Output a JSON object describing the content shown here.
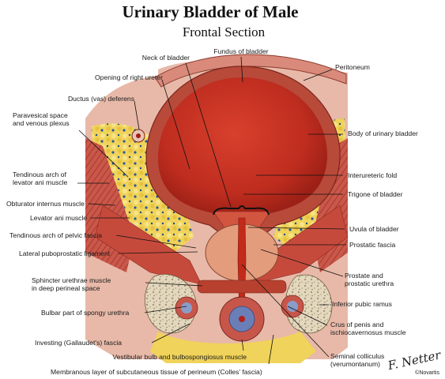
{
  "header": {
    "title": "Urinary Bladder of Male",
    "subtitle": "Frontal Section"
  },
  "labels": {
    "fundus": "Fundus of bladder",
    "neck": "Neck of bladder",
    "peritoneum": "Peritoneum",
    "right_ureter": "Opening of right ureter",
    "ductus_deferens": "Ductus (vas) deferens",
    "paravesical_1": "Paravesical space",
    "paravesical_2": "and venous plexus",
    "body": "Body of urinary bladder",
    "tendinous_levator_1": "Tendinous arch of",
    "tendinous_levator_2": "levator ani muscle",
    "interureteric": "Interureteric fold",
    "trigone": "Trigone of bladder",
    "obturator": "Obturator internus muscle",
    "levator_ani": "Levator ani muscle",
    "uvula": "Uvula of bladder",
    "tendinous_pelvic": "Tendinous arch of pelvic fascia",
    "prostatic_fascia": "Prostatic fascia",
    "puboprostatic": "Lateral puboprostatic ligament",
    "prostate_1": "Prostate and",
    "prostate_2": "prostatic urethra",
    "sphincter_1": "Sphincter urethrae muscle",
    "sphincter_2": "in deep perineal space",
    "pubic_ramus": "Inferior pubic ramus",
    "bulbar": "Bulbar part of spongy urethra",
    "crus_1": "Crus of penis and",
    "crus_2": "ischiocavernosus muscle",
    "gallaudet": "Investing (Gallaudet's) fascia",
    "seminal_1": "Seminal colliculus",
    "seminal_2": "(verumontanum)",
    "vestibular": "Vestibular bulb and bulbospongiosus muscle",
    "colles": "Membranous layer of subcutaneous tissue of perineum (Colles' fascia)"
  },
  "credit": {
    "signature": "F. Netter",
    "publisher": "©Novartis"
  }
}
